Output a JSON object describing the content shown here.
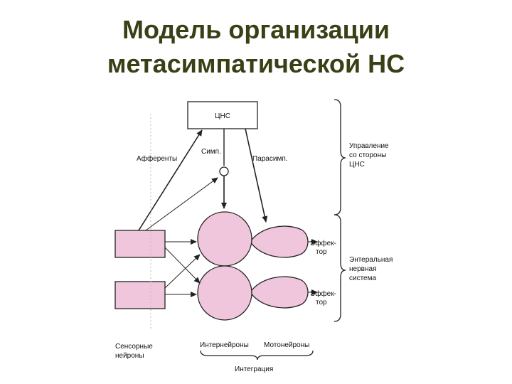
{
  "title": {
    "line1": "Модель организации",
    "line2": "метасимпатической НС"
  },
  "diagram": {
    "cns_box": "ЦНС",
    "afferents": "Афференты",
    "symp": "Симп.",
    "parasymp": "Парасимп.",
    "effector_top_1": "Эффек-",
    "effector_top_2": "тор",
    "effector_bottom_1": "Эффек-",
    "effector_bottom_2": "тор",
    "control_line1": "Управление",
    "control_line2": "со стороны",
    "control_line3": "ЦНС",
    "enteric_line1": "Энтеральная",
    "enteric_line2": "нервная",
    "enteric_line3": "система",
    "sensory_line1": "Сенсорные",
    "sensory_line2": "нейроны",
    "interneurons": "Интернейроны",
    "motoneurons": "Мотонейроны",
    "integration": "Интеграция"
  },
  "colors": {
    "title": "#3a4016",
    "fill_pink": "#f0c6dc",
    "stroke": "#222222"
  }
}
